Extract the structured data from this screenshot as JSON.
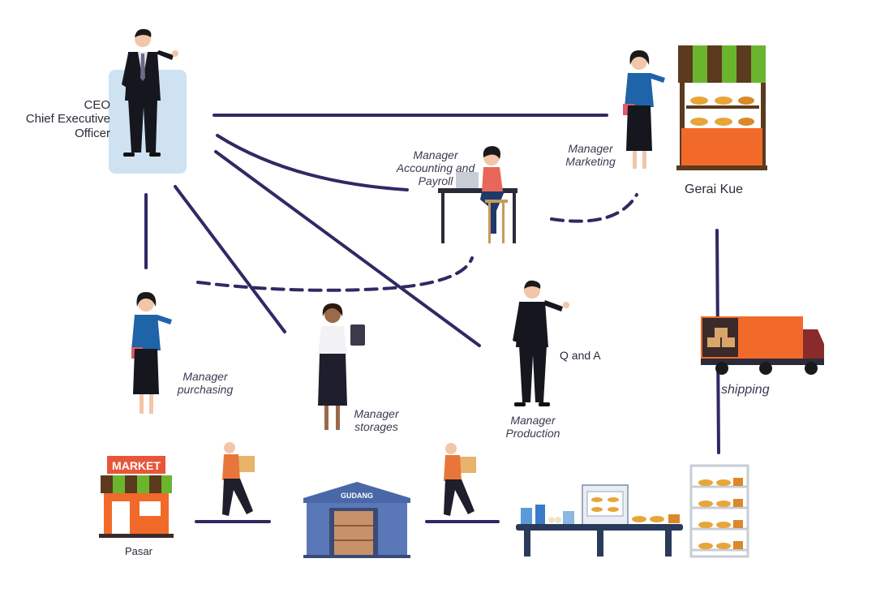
{
  "diagram": {
    "ceo": {
      "line1": "CEO",
      "line2": "Chief Executive",
      "line3": "Officer"
    },
    "manager_accounting": {
      "line1": "Manager",
      "line2": "Accounting and",
      "line3": "Payroll"
    },
    "manager_marketing": {
      "line1": "Manager",
      "line2": "Marketing"
    },
    "gerai_kue": "Gerai Kue",
    "manager_purchasing": {
      "line1": "Manager",
      "line2": "purchasing"
    },
    "manager_storages": {
      "line1": "Manager",
      "line2": "storages"
    },
    "q_and_a": "Q and A",
    "manager_production": {
      "line1": "Manager",
      "line2": "Production"
    },
    "shipping": "shipping",
    "pasar": "Pasar",
    "market_sign": "MARKET",
    "gudang_sign": "GUDANG"
  },
  "colors": {
    "connector": "#2e2a63",
    "ceo_panel": "#cfe2f1",
    "awning_green": "#6bb52e",
    "awning_brown": "#5b3a1e",
    "stall_orange": "#f26a2a",
    "truck_orange": "#f26a2a",
    "warehouse_blue": "#4a68a8",
    "shirt_blue": "#1f63a8",
    "shirt_orange": "#e8763a"
  }
}
